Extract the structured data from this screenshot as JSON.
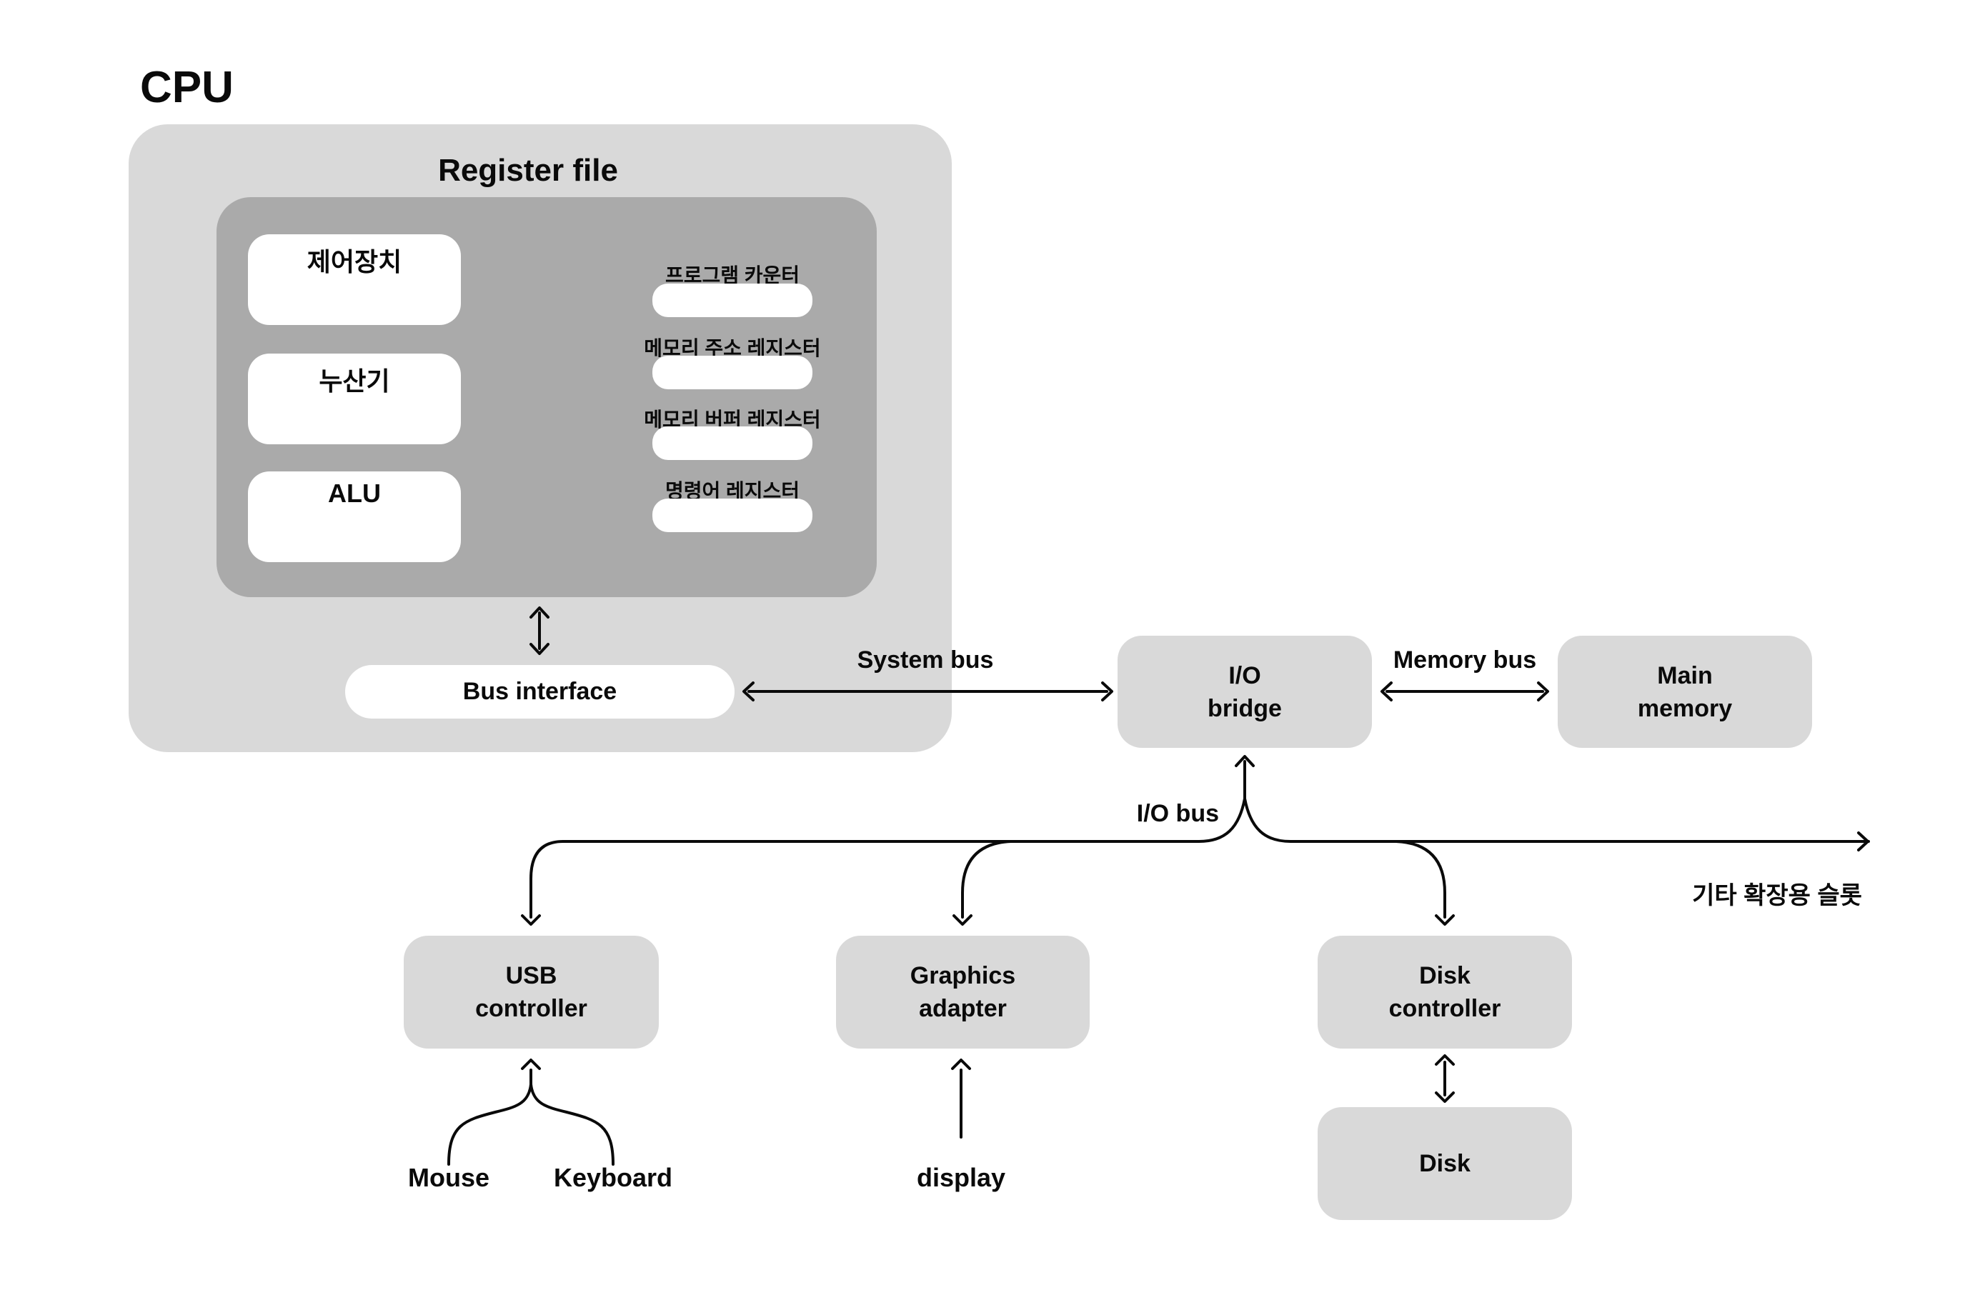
{
  "colors": {
    "background": "#ffffff",
    "cpu_outer_box": "#d9d9d9",
    "register_group_box": "#aaaaaa",
    "node_box": "#d9d9d9",
    "white_box": "#ffffff",
    "line": "#0a0a0a",
    "text": "#0a0a0a"
  },
  "cpu": {
    "title": "CPU",
    "register_file_label": "Register file",
    "units": [
      {
        "label": "제어장치"
      },
      {
        "label": "누산기"
      },
      {
        "label": "ALU"
      }
    ],
    "registers": [
      {
        "label": "프로그램 카운터"
      },
      {
        "label": "메모리 주소 레지스터"
      },
      {
        "label": "메모리 버퍼 레지스터"
      },
      {
        "label": "명령어 레지스터"
      }
    ],
    "bus_interface_label": "Bus interface"
  },
  "bus_labels": {
    "system_bus": "System bus",
    "memory_bus": "Memory bus",
    "io_bus": "I/O bus",
    "expansion_slots": "기타 확장용 슬롯"
  },
  "nodes": {
    "io_bridge": {
      "line1": "I/O",
      "line2": "bridge"
    },
    "main_memory": {
      "line1": "Main",
      "line2": "memory"
    },
    "usb_controller": {
      "line1": "USB",
      "line2": "controller"
    },
    "graphics_adapter": {
      "line1": "Graphics",
      "line2": "adapter"
    },
    "disk_controller": {
      "line1": "Disk",
      "line2": "controller"
    },
    "disk": {
      "label": "Disk"
    }
  },
  "peripherals": {
    "mouse": "Mouse",
    "keyboard": "Keyboard",
    "display": "display"
  }
}
